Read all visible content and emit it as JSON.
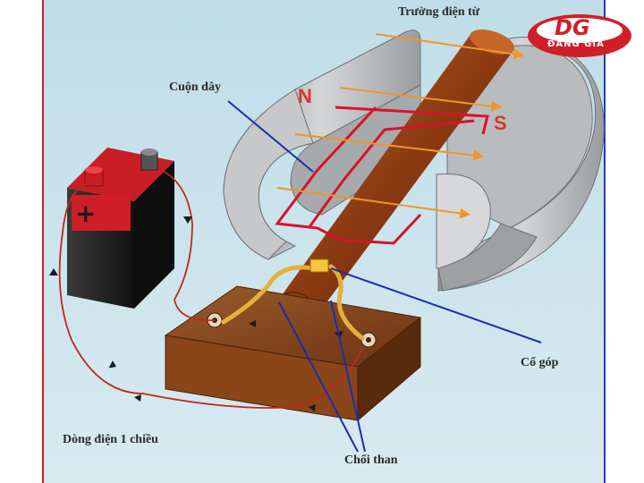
{
  "labels": {
    "magnetic_field": "Trường điện từ",
    "coil": "Cuộn dây",
    "commutator": "Cổ góp",
    "brushes": "Chổi than",
    "dc_current": "Dòng điện 1 chiều"
  },
  "poles": {
    "north": "N",
    "south": "S"
  },
  "battery_sign": "+",
  "logo": {
    "mark": "DG",
    "text": "ĐĂNG GIA"
  },
  "colors": {
    "background": "#cfe6ee",
    "frame_red": "#d11f2a",
    "frame_blue": "#1f3fae",
    "magnet": "#b9bcbf",
    "pole_label": "#d8382b",
    "rotor": "#8b3a12",
    "coil": "#d4142a",
    "field_arrows": "#f0962a",
    "callout": "#1a2fa8",
    "base": "#7a3d16",
    "battery": "#1c1c1c",
    "battery_top": "#c81d25"
  }
}
